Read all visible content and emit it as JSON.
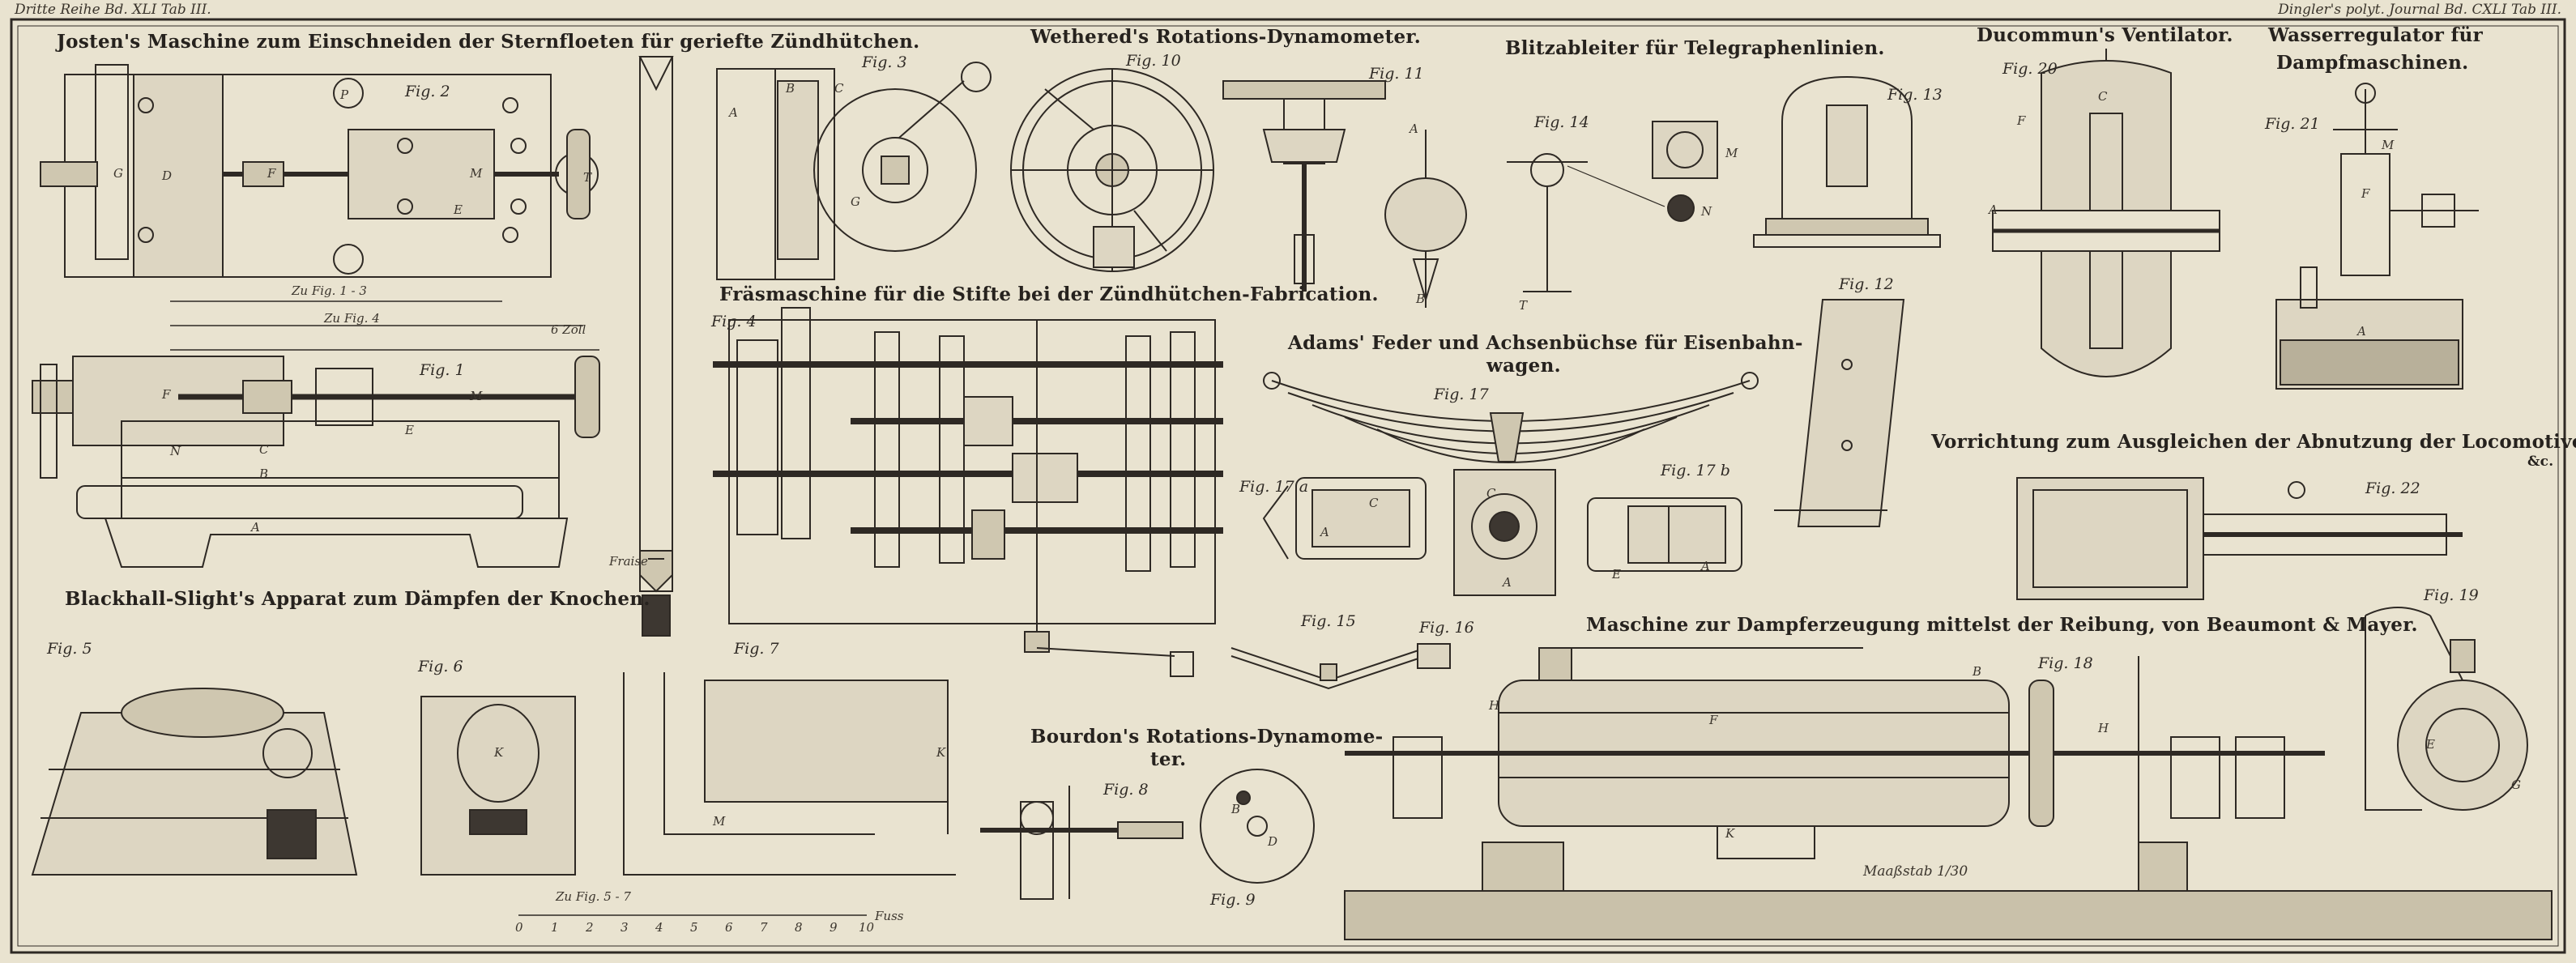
{
  "header": {
    "left": "Dritte Reihe Bd. XLI Tab III.",
    "right": "Dingler's polyt. Journal Bd. CXLI Tab III."
  },
  "titles": {
    "josten": "Josten's Maschine zum Einschneiden der Sternfloeten für geriefte Zündhütchen.",
    "wethered": "Wethered's Rotations-Dynamometer.",
    "blitz": "Blitzableiter für Telegraphenlinien.",
    "ducommun": "Ducommun's Ventilator.",
    "wasser_1": "Wasserregulator für",
    "wasser_2": "Dampfmaschinen.",
    "fraes": "Fräsmaschine für die Stifte bei der Zündhütchen-Fabrication.",
    "adams_1": "Adams' Feder und Achsenbüchse für Eisenbahn-",
    "adams_2": "wagen.",
    "locomotiv_1": "Vorrichtung zum Ausgleichen der Abnutzung der Locomotivcylinder",
    "locomotiv_2": "&c.",
    "blackhall": "Blackhall-Slight's Apparat zum Dämpfen der Knochen.",
    "bourdon_1": "Bourdon's Rotations-Dynamome-",
    "bourdon_2": "ter.",
    "beaumont": "Maschine zur Dampferzeugung mittelst der Reibung, von Beaumont & Mayer."
  },
  "figures": {
    "f1": "Fig. 1",
    "f2": "Fig. 2",
    "f3": "Fig. 3",
    "f4": "Fig. 4",
    "f5": "Fig. 5",
    "f6": "Fig. 6",
    "f7": "Fig. 7",
    "f8": "Fig. 8",
    "f9": "Fig. 9",
    "f10": "Fig. 10",
    "f11": "Fig. 11",
    "f12": "Fig. 12",
    "f13": "Fig. 13",
    "f14": "Fig. 14",
    "f15": "Fig. 15",
    "f16": "Fig. 16",
    "f17": "Fig. 17",
    "f17a": "Fig. 17 a",
    "f17b": "Fig. 17 b",
    "f18": "Fig. 18",
    "f19": "Fig. 19",
    "f20": "Fig. 20",
    "f21": "Fig. 21",
    "f22": "Fig. 22"
  },
  "scales": {
    "josten_zoll_1": "Zu Fig. 1 - 3",
    "josten_zoll_2": "Zu Fig. 4",
    "zoll": "6 Zoll",
    "fig5_7": "Zu Fig. 5 - 7",
    "fuss": "Fuss",
    "massstab": "Maaßstab 1/30",
    "ticks": [
      "0",
      "1",
      "2",
      "3",
      "4",
      "5",
      "6",
      "7",
      "8",
      "9",
      "10"
    ]
  },
  "labels": {
    "fraise": "Fraise",
    "A": "A",
    "B": "B",
    "C": "C",
    "D": "D",
    "E": "E",
    "F": "F",
    "G": "G",
    "H": "H",
    "K": "K",
    "M": "M",
    "N": "N",
    "P": "P",
    "T": "T"
  }
}
